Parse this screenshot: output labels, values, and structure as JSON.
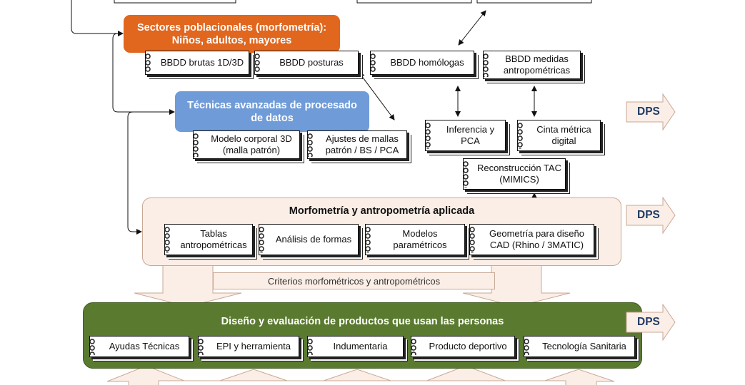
{
  "diagram": {
    "colors": {
      "orange": "#e1661e",
      "blue": "#6f9bd8",
      "green": "#5a7a30",
      "peach": "#fbeee6",
      "dps_text": "#1f3b66"
    },
    "sectores": {
      "title": "Sectores poblacionales (morfometría): Niños, adultos, mayores",
      "items": [
        "BBDD brutas 1D/3D",
        "BBDD posturas",
        "BBDD homólogas",
        "BBDD medidas antropométricas"
      ]
    },
    "tecnicas": {
      "title": "Técnicas avanzadas de procesado de datos",
      "items": [
        "Modelo corporal 3D (malla patrón)",
        "Ajustes de mallas patrón / BS / PCA"
      ]
    },
    "side_tools": [
      "Inferencia y PCA",
      "Cinta métrica digital",
      "Reconstrucción TAC (MIMICS)"
    ],
    "morfometria": {
      "title": "Morfometría y antropometría aplicada",
      "items": [
        "Tablas antropométricas",
        "Análisis de formas",
        "Modelos paramétricos",
        "Geometría para diseño CAD (Rhino / 3MATIC)"
      ],
      "criterios": "Criterios morfométricos y antropométricos"
    },
    "diseno": {
      "title": "Diseño y evaluación de productos que usan las personas",
      "items": [
        "Ayudas Técnicas",
        "EPI y herramienta",
        "Indumentaria",
        "Producto deportivo",
        "Tecnología Sanitaria"
      ]
    },
    "dps_labels": [
      "DPS",
      "DPS",
      "DPS"
    ]
  }
}
